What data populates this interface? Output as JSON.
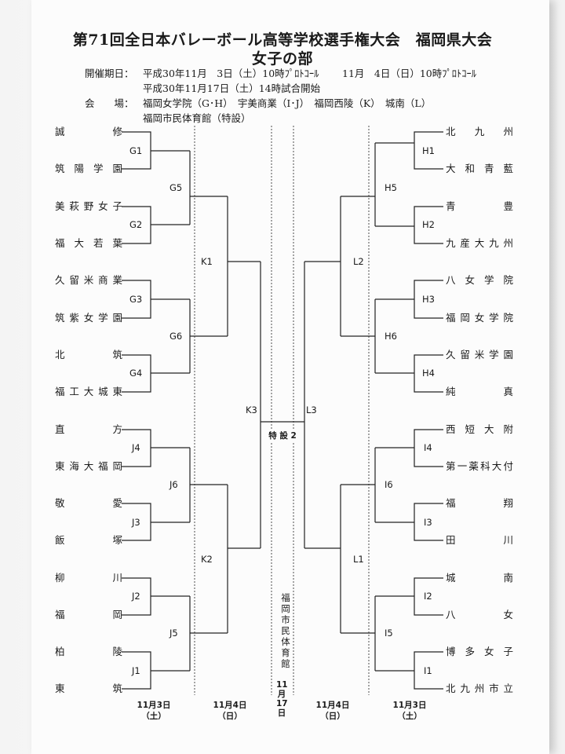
{
  "header": {
    "title1": "第71回全日本バレーボール高等学校選手権大会　福岡県大会",
    "title2": "女子の部",
    "date_label": "開催期日：",
    "date1": "平成30年11月　3日（土）10時ﾌﾟﾛﾄｺｰﾙ",
    "date2": "11月　4日（日）10時ﾌﾟﾛﾄｺｰﾙ",
    "date3": "平成30年11月17日（土）14時試合開始",
    "venue_label": "会　　場：",
    "venue1": "福岡女学院（G･H）　宇美商業（I･J）　福岡西陵（K）　城南（L）",
    "venue2": "福岡市民体育館（特設）"
  },
  "left_teams": [
    "誠修",
    "筑陽学園",
    "美萩野女子",
    "福大若葉",
    "久留米商業",
    "筑紫女学園",
    "北筑",
    "福工大城東",
    "直方",
    "東海大福岡",
    "敬愛",
    "飯塚",
    "柳川",
    "福岡",
    "柏陵",
    "東筑"
  ],
  "right_teams": [
    "北九州",
    "大和青藍",
    "青豊",
    "九産大九州",
    "八女学院",
    "福岡女学院",
    "久留米学園",
    "純真",
    "西短大附",
    "第一薬科大付",
    "福翔",
    "田川",
    "城南",
    "八女",
    "博多女子",
    "北九州市立"
  ],
  "labels": {
    "left_r1": [
      "G1",
      "G2",
      "G3",
      "G4",
      "J4",
      "J3",
      "J2",
      "J1"
    ],
    "left_r2": [
      "G5",
      "G6",
      "J6",
      "J5"
    ],
    "left_r3": [
      "K1",
      "K2"
    ],
    "left_r4": "K3",
    "right_r1": [
      "H1",
      "H2",
      "H3",
      "H4",
      "I4",
      "I3",
      "I2",
      "I1"
    ],
    "right_r2": [
      "H5",
      "H6",
      "I6",
      "I5"
    ],
    "right_r3": [
      "L2",
      "L1"
    ],
    "right_r4": "L3",
    "final": "特 設 2"
  },
  "final_venue": "福岡市民体育館",
  "final_date": "11月17日",
  "bottom_dates": [
    {
      "date": "11月3日",
      "day": "（土）"
    },
    {
      "date": "11月4日",
      "day": "（日）"
    },
    {
      "date": "11月4日",
      "day": "（日）"
    },
    {
      "date": "11月3日",
      "day": "（土）"
    }
  ]
}
